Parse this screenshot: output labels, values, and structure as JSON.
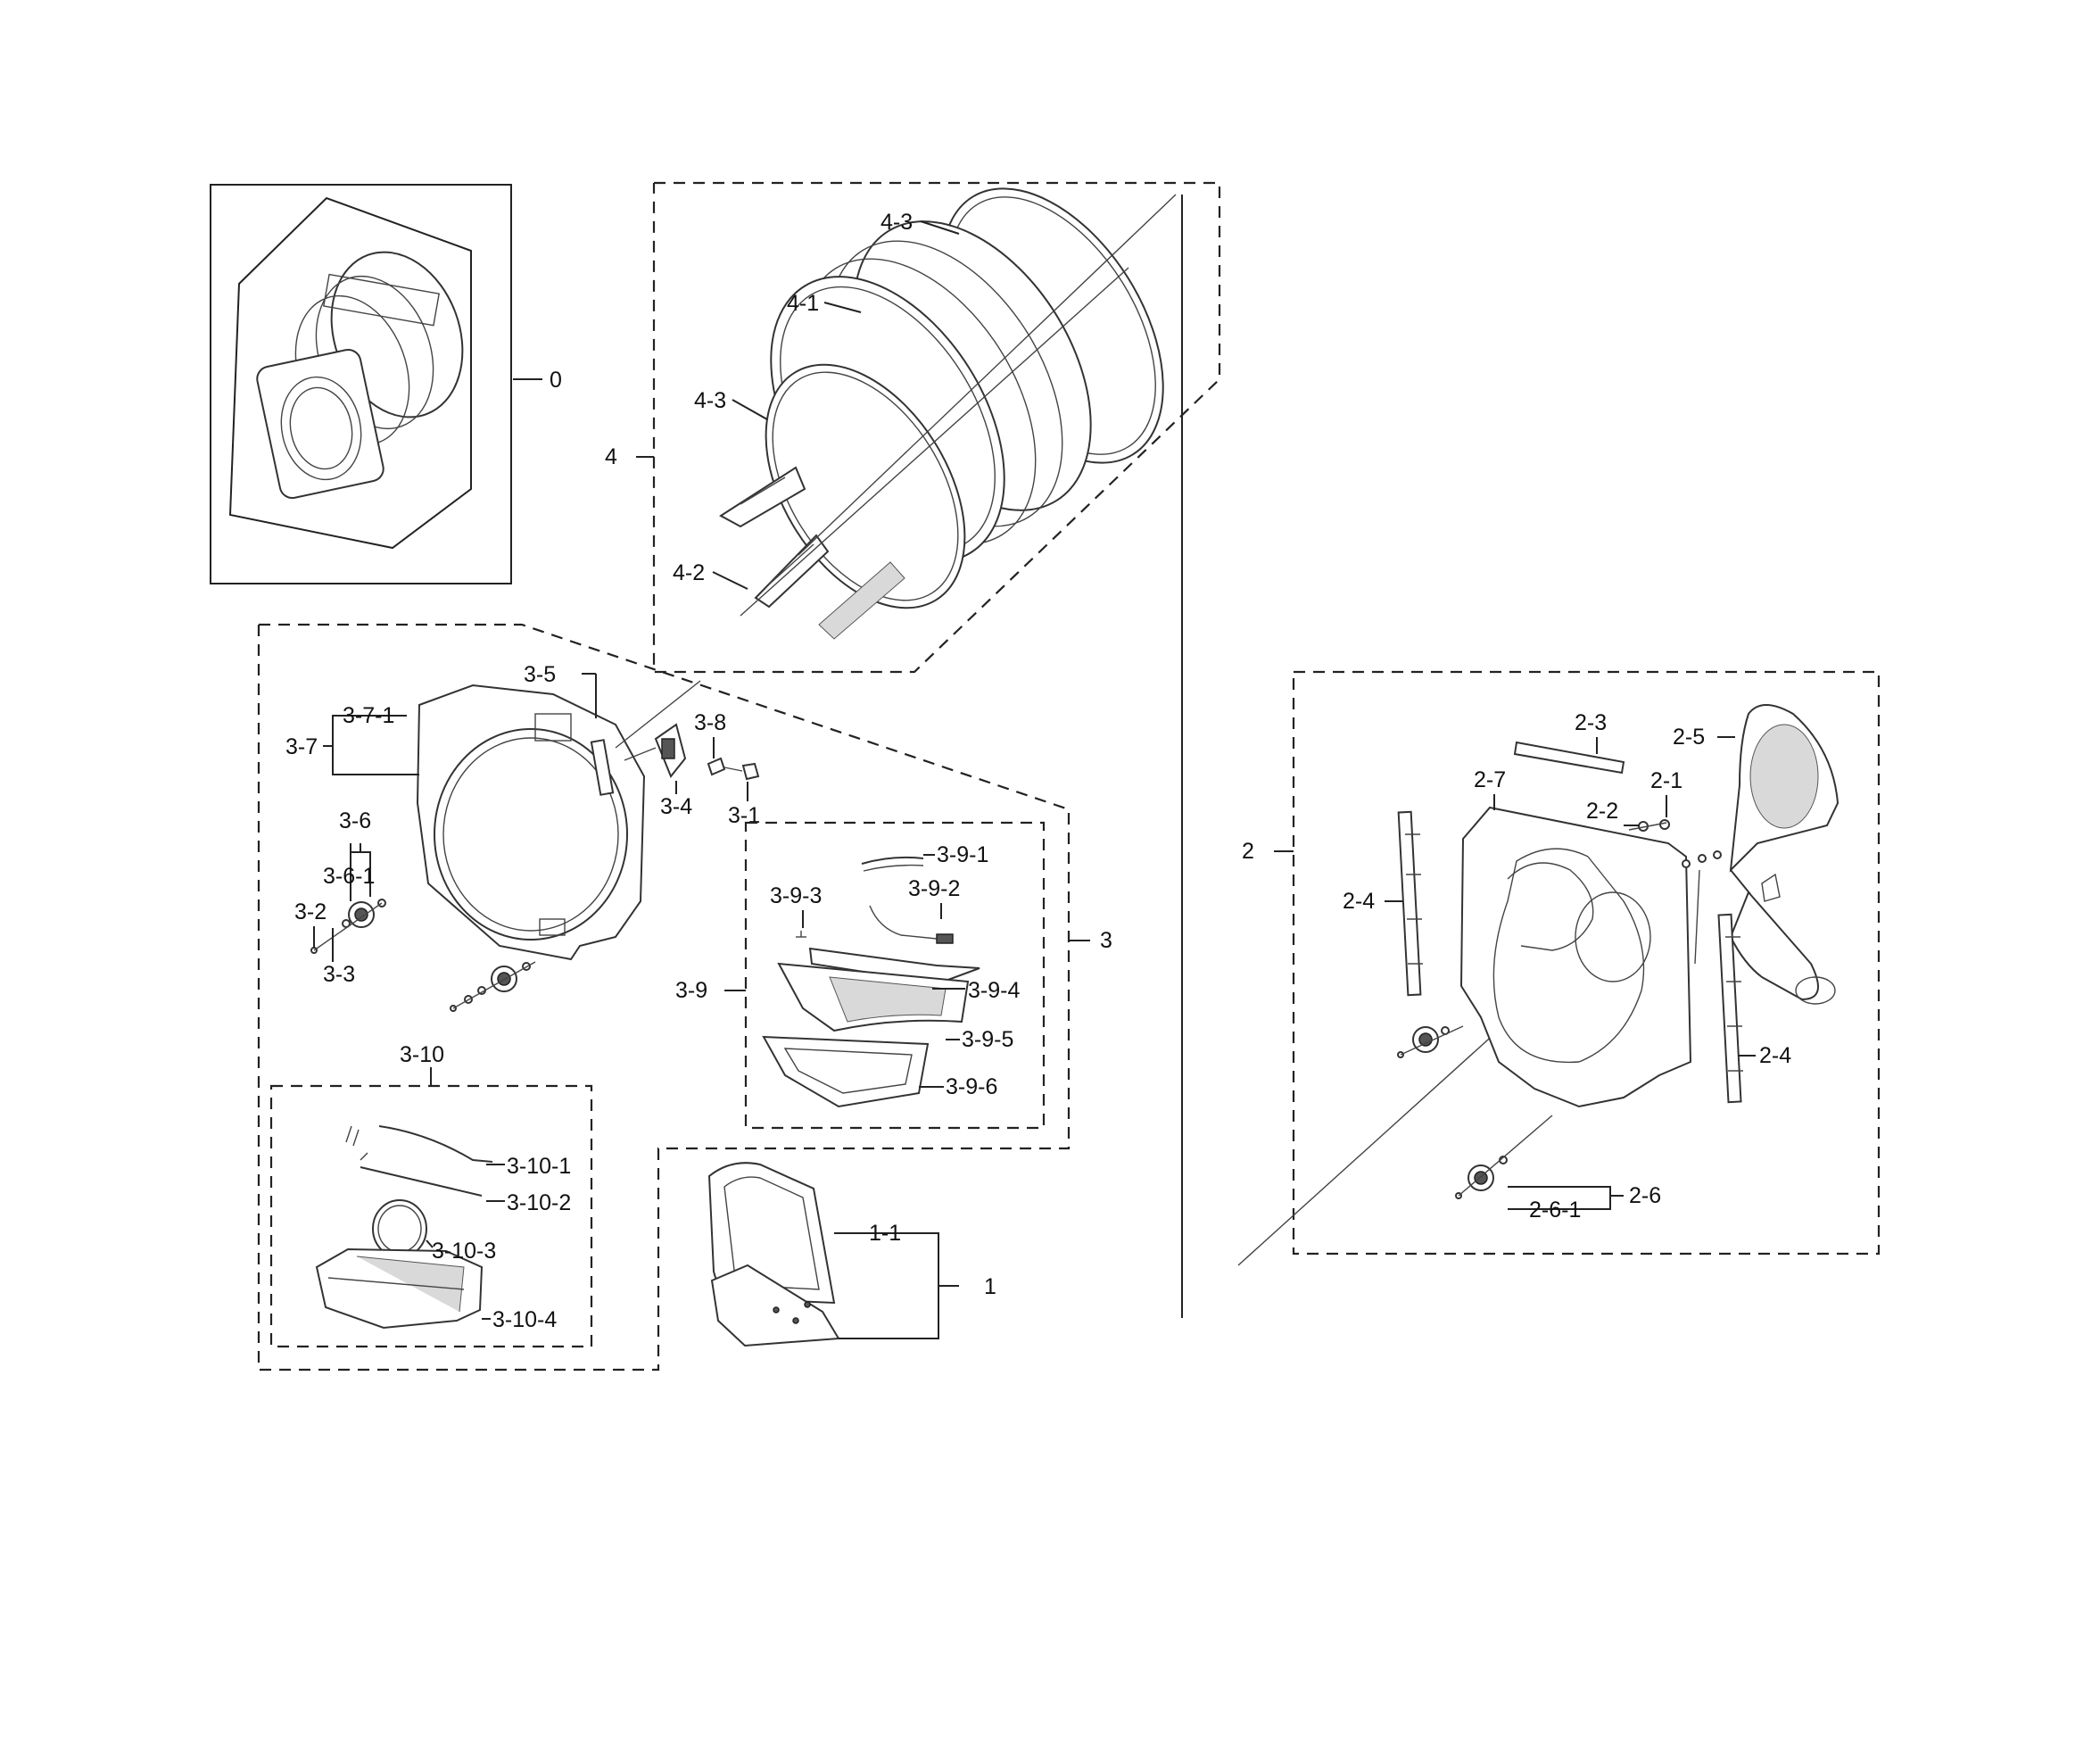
{
  "labels": {
    "l0": "0",
    "l1": "1",
    "l1_1": "1-1",
    "l2": "2",
    "l2_1": "2-1",
    "l2_2": "2-2",
    "l2_3": "2-3",
    "l2_4a": "2-4",
    "l2_4b": "2-4",
    "l2_5": "2-5",
    "l2_6": "2-6",
    "l2_6_1": "2-6-1",
    "l2_7": "2-7",
    "l3": "3",
    "l3_1": "3-1",
    "l3_2": "3-2",
    "l3_3": "3-3",
    "l3_4": "3-4",
    "l3_5": "3-5",
    "l3_6": "3-6",
    "l3_6_1": "3-6-1",
    "l3_7": "3-7",
    "l3_7_1": "3-7-1",
    "l3_8": "3-8",
    "l3_9": "3-9",
    "l3_9_1": "3-9-1",
    "l3_9_2": "3-9-2",
    "l3_9_3": "3-9-3",
    "l3_9_4": "3-9-4",
    "l3_9_5": "3-9-5",
    "l3_9_6": "3-9-6",
    "l3_10": "3-10",
    "l3_10_1": "3-10-1",
    "l3_10_2": "3-10-2",
    "l3_10_3": "3-10-3",
    "l3_10_4": "3-10-4",
    "l4": "4",
    "l4_1": "4-1",
    "l4_2": "4-2",
    "l4_3a": "4-3",
    "l4_3b": "4-3"
  }
}
